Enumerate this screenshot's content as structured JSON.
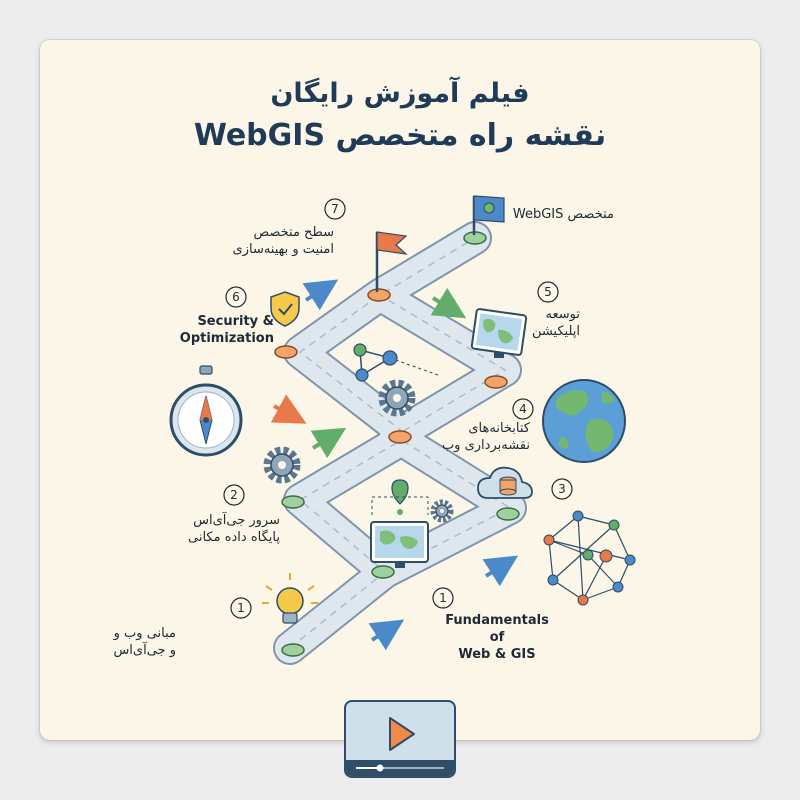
{
  "header": {
    "line1": "فیلم آموزش رایگان",
    "line2": "نقشه راه متخصص WebGIS"
  },
  "steps": [
    {
      "number": "1",
      "text": "Fundamentals of\nWeb & GIS"
    },
    {
      "number": "1",
      "text": "مبانی وب و\nو جی‌آی‌اس"
    },
    {
      "number": "2",
      "text": "سرور جی‌آی‌اس\nپایگاه داده مکانی"
    },
    {
      "number": "3",
      "text": ""
    },
    {
      "number": "4",
      "text": "کتابخانه‌های\nنقشه‌برداری وب"
    },
    {
      "number": "5",
      "text": "توسعه\nاپلیکیشن"
    },
    {
      "number": "6",
      "text": "Security &\nOptimization"
    },
    {
      "number": "7",
      "text": "سطح متخصص\nامنیت و بهینه‌سازی"
    }
  ],
  "goal": {
    "text": "متخصص WebGIS"
  },
  "colors": {
    "title": "#1f3b57",
    "card": "#fbf6e7",
    "road": "#dfe7ee",
    "road_outline": "#7e95ab",
    "node_green": "#9ed0a0",
    "node_orange": "#f2a56a",
    "accent_blue": "#4b89c8",
    "flag_orange": "#e8794a"
  },
  "icons": [
    "lightbulb-icon",
    "compass-icon",
    "gear-icon",
    "monitor-map-icon",
    "cloud-database-icon",
    "network-icon",
    "globe-icon",
    "shield-check-icon",
    "flag-icon",
    "play-icon"
  ]
}
